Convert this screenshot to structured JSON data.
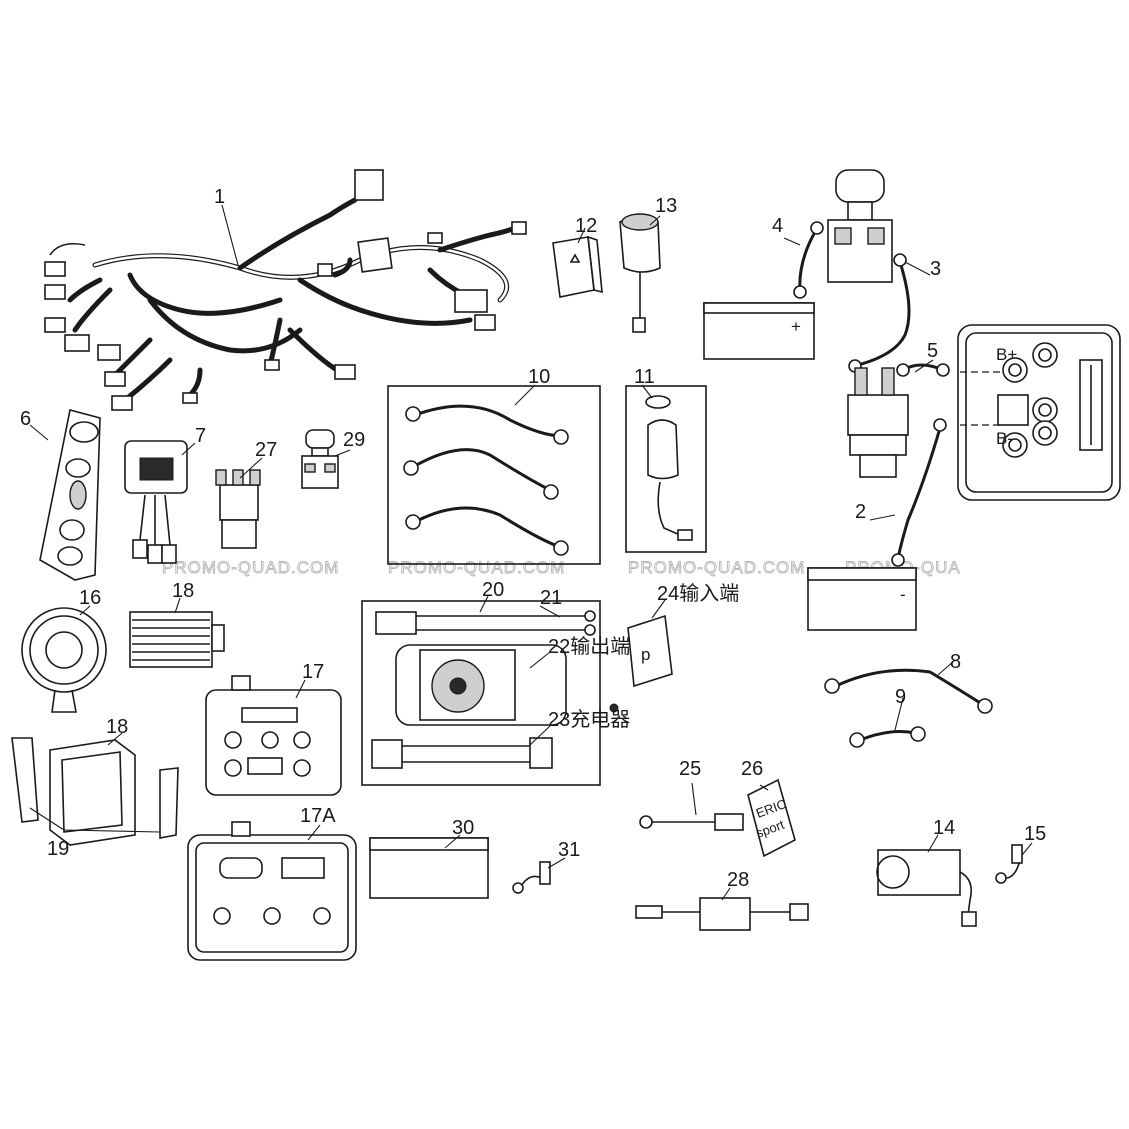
{
  "callouts": [
    {
      "id": "c1",
      "text": "1"
    },
    {
      "id": "c2",
      "text": "2"
    },
    {
      "id": "c3",
      "text": "3"
    },
    {
      "id": "c4",
      "text": "4"
    },
    {
      "id": "c5",
      "text": "5"
    },
    {
      "id": "c6",
      "text": "6"
    },
    {
      "id": "c7",
      "text": "7"
    },
    {
      "id": "c8",
      "text": "8"
    },
    {
      "id": "c9",
      "text": "9"
    },
    {
      "id": "c10",
      "text": "10"
    },
    {
      "id": "c11",
      "text": "11"
    },
    {
      "id": "c12",
      "text": "12"
    },
    {
      "id": "c13",
      "text": "13"
    },
    {
      "id": "c14",
      "text": "14"
    },
    {
      "id": "c15",
      "text": "15"
    },
    {
      "id": "c16",
      "text": "16"
    },
    {
      "id": "c17",
      "text": "17"
    },
    {
      "id": "c17a",
      "text": "17A"
    },
    {
      "id": "c18",
      "text": "18"
    },
    {
      "id": "c19",
      "text": "19"
    },
    {
      "id": "c20",
      "text": "20"
    },
    {
      "id": "c21",
      "text": "21"
    },
    {
      "id": "c22",
      "text": "22输出端"
    },
    {
      "id": "c23",
      "text": "23充电器"
    },
    {
      "id": "c24",
      "text": "24输入端"
    },
    {
      "id": "c25",
      "text": "25"
    },
    {
      "id": "c26",
      "text": "26"
    },
    {
      "id": "c27",
      "text": "27"
    },
    {
      "id": "c28",
      "text": "28"
    },
    {
      "id": "c29",
      "text": "29"
    },
    {
      "id": "c30",
      "text": "30"
    },
    {
      "id": "c31",
      "text": "31"
    },
    {
      "id": "c32",
      "text": "32"
    }
  ],
  "terminals": {
    "bplus": "B+",
    "bminus": "B-",
    "battery_plus": "+",
    "battery_minus": "-"
  },
  "sticker": {
    "p": "p",
    "eric_line1": "ERIC",
    "eric_line2": "sport"
  },
  "watermarks": [
    "PROMO-QUAD.COM",
    "PROMO-QUAD.COM",
    "PROMO-QUAD.COM",
    "PROMO-QUA"
  ]
}
